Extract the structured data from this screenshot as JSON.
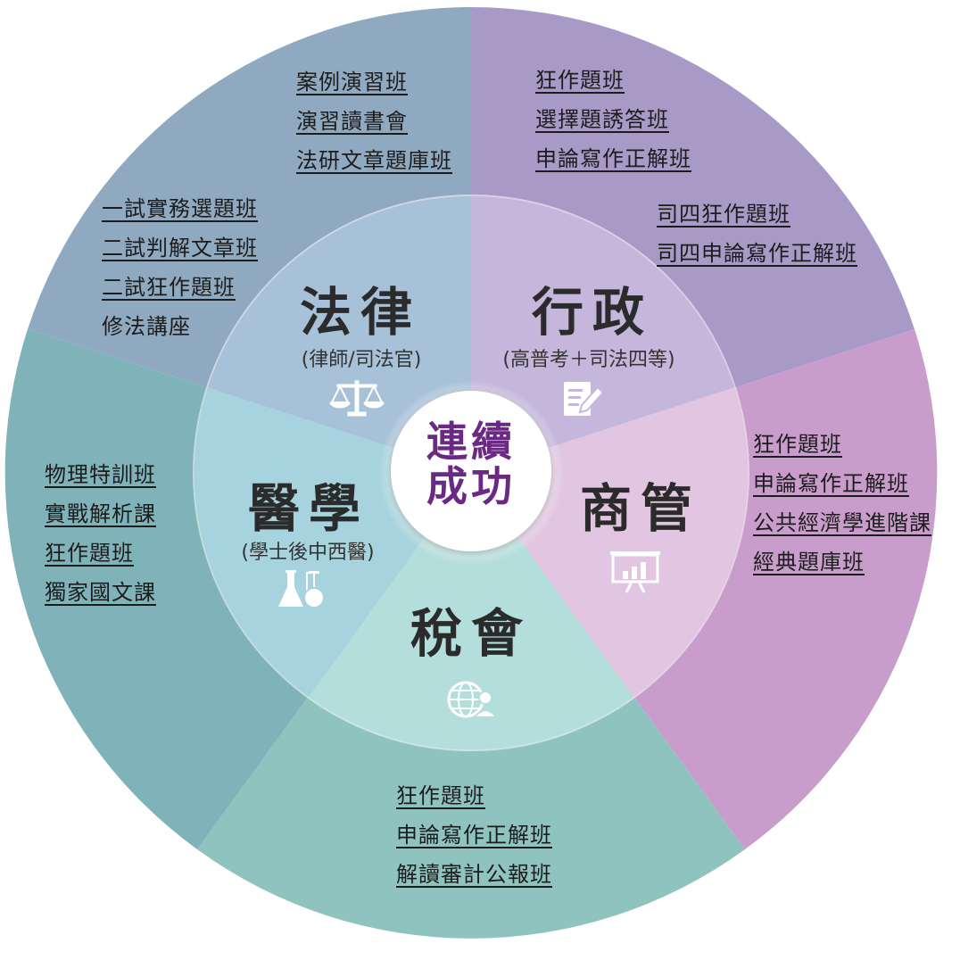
{
  "center": {
    "line1": "連續",
    "line2": "成功"
  },
  "sectors": {
    "law": {
      "title": "法律",
      "subtitle": "(律師/司法官)",
      "icon": "scales-icon",
      "courses_top": [
        "案例演習班",
        "演習讀書會",
        "法研文章題庫班"
      ],
      "courses_left": [
        "一試實務選題班",
        "二試判解文章班",
        "二試狂作題班",
        "修法講座"
      ]
    },
    "admin": {
      "title": "行政",
      "subtitle": "(高普考＋司法四等)",
      "icon": "document-edit-icon",
      "courses_top": [
        "狂作題班",
        "選擇題誘答班",
        "申論寫作正解班"
      ],
      "courses_right": [
        "司四狂作題班",
        "司四申論寫作正解班"
      ]
    },
    "business": {
      "title": "商管",
      "subtitle": "",
      "icon": "presentation-chart-icon",
      "courses": [
        "狂作題班",
        "申論寫作正解班",
        "公共經濟學進階課",
        "經典題庫班"
      ]
    },
    "tax": {
      "title": "稅會",
      "subtitle": "",
      "icon": "globe-user-icon",
      "courses": [
        "狂作題班",
        "申論寫作正解班",
        "解讀審計公報班"
      ]
    },
    "medicine": {
      "title": "醫學",
      "subtitle": "(學士後中西醫)",
      "icon": "lab-flask-icon",
      "courses": [
        "物理特訓班",
        "實戰解析課",
        "狂作題班",
        "獨家國文課"
      ]
    }
  },
  "colors": {
    "law_outer": "#8fa9c0",
    "law_inner": "#a7c1d8",
    "admin_outer": "#a79ac7",
    "admin_inner": "#c5b6dc",
    "business_outer": "#c89ccb",
    "business_inner": "#e2c6e1",
    "tax_outer": "#8fc3c0",
    "tax_inner": "#b3dedb",
    "medicine_outer": "#7fb2b9",
    "medicine_inner": "#a6d3dd",
    "center_text": "#6a2a83"
  }
}
